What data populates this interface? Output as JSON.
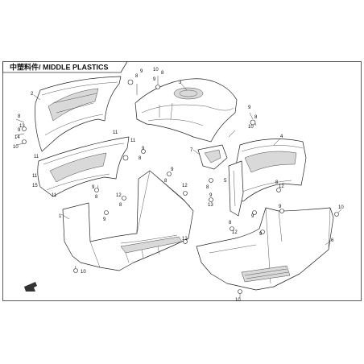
{
  "diagram": {
    "title": "中塑料件/ MIDDLE PLASTICS",
    "colors": {
      "line": "#222222",
      "background": "#ffffff",
      "shade": "#d9d9d9"
    },
    "callouts": [
      {
        "id": "c1",
        "label": "1"
      },
      {
        "id": "c2",
        "label": "2"
      },
      {
        "id": "c3",
        "label": "3"
      },
      {
        "id": "c4",
        "label": "4"
      },
      {
        "id": "c5",
        "label": "5"
      },
      {
        "id": "c6",
        "label": "6"
      },
      {
        "id": "c7",
        "label": "7"
      },
      {
        "id": "c8a",
        "label": "8"
      },
      {
        "id": "c8b",
        "label": "8"
      },
      {
        "id": "c8c",
        "label": "8"
      },
      {
        "id": "c8d",
        "label": "8"
      },
      {
        "id": "c8e",
        "label": "8"
      },
      {
        "id": "c8f",
        "label": "8"
      },
      {
        "id": "c8g",
        "label": "8"
      },
      {
        "id": "c8h",
        "label": "8"
      },
      {
        "id": "c8i",
        "label": "8"
      },
      {
        "id": "c8j",
        "label": "8"
      },
      {
        "id": "c8k",
        "label": "8"
      },
      {
        "id": "c9a",
        "label": "9"
      },
      {
        "id": "c9b",
        "label": "9"
      },
      {
        "id": "c9c",
        "label": "9"
      },
      {
        "id": "c9d",
        "label": "9"
      },
      {
        "id": "c9e",
        "label": "9"
      },
      {
        "id": "c9f",
        "label": "9"
      },
      {
        "id": "c9g",
        "label": "9"
      },
      {
        "id": "c9h",
        "label": "9"
      },
      {
        "id": "c9i",
        "label": "9"
      },
      {
        "id": "c9j",
        "label": "9"
      },
      {
        "id": "c9k",
        "label": "9"
      },
      {
        "id": "c9l",
        "label": "9"
      },
      {
        "id": "c10a",
        "label": "10"
      },
      {
        "id": "c10b",
        "label": "10"
      },
      {
        "id": "c10c",
        "label": "10"
      },
      {
        "id": "c10d",
        "label": "10"
      },
      {
        "id": "c10e",
        "label": "10"
      },
      {
        "id": "c10f",
        "label": "10"
      },
      {
        "id": "c11a",
        "label": "11"
      },
      {
        "id": "c11b",
        "label": "11"
      },
      {
        "id": "c11c",
        "label": "11"
      },
      {
        "id": "c11d",
        "label": "11"
      },
      {
        "id": "c11e",
        "label": "11"
      },
      {
        "id": "c12a",
        "label": "12"
      },
      {
        "id": "c12b",
        "label": "12"
      },
      {
        "id": "c12c",
        "label": "12"
      },
      {
        "id": "c12d",
        "label": "12"
      },
      {
        "id": "c12e",
        "label": "12"
      },
      {
        "id": "c13a",
        "label": "13"
      },
      {
        "id": "c13b",
        "label": "13"
      },
      {
        "id": "c14",
        "label": "14"
      },
      {
        "id": "c15",
        "label": "15"
      }
    ]
  }
}
